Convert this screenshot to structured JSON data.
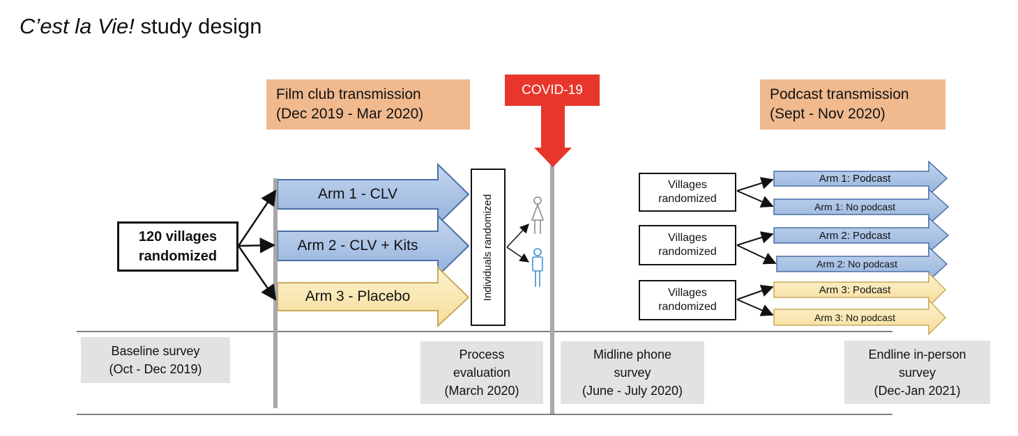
{
  "title": {
    "italic": "C’est la Vie!",
    "rest": " study design"
  },
  "covid_label": "COVID-19",
  "film_club": "Film club transmission\n(Dec 2019 - Mar 2020)",
  "podcast": "Podcast transmission\n(Sept - Nov 2020)",
  "villages_main": "120 villages\nrandomized",
  "arms_phase1": [
    "Arm 1 - CLV",
    "Arm 2 - CLV + Kits",
    "Arm 3 - Placebo"
  ],
  "individuals": "Individuals randomized",
  "villages_randomized": [
    "Villages\nrandomized",
    "Villages\nrandomized",
    "Villages\nrandomized"
  ],
  "arms_phase2": [
    "Arm 1: Podcast",
    "Arm 1: No podcast",
    "Arm 2: Podcast",
    "Arm 2: No podcast",
    "Arm 3: Podcast",
    "Arm 3: No podcast"
  ],
  "surveys": {
    "baseline": "Baseline survey\n(Oct - Dec 2019)",
    "process": "Process\nevaluation\n(March 2020)",
    "midline": "Midline phone\nsurvey\n(June - July 2020)",
    "endline": "Endline in-person\nsurvey\n(Dec-Jan 2021)"
  },
  "colors": {
    "blue": "#a9c3e4",
    "blue_stroke": "#4a6fa5",
    "yellow": "#fae9b3",
    "yellow_stroke": "#c9a85a",
    "orange": "#f0b98e",
    "grey": "#e2e2e2",
    "red": "#e7372c",
    "person_female": "#8a8a8a",
    "person_male": "#3a8fd0"
  },
  "icons": [
    "female-person-icon",
    "male-person-icon"
  ]
}
